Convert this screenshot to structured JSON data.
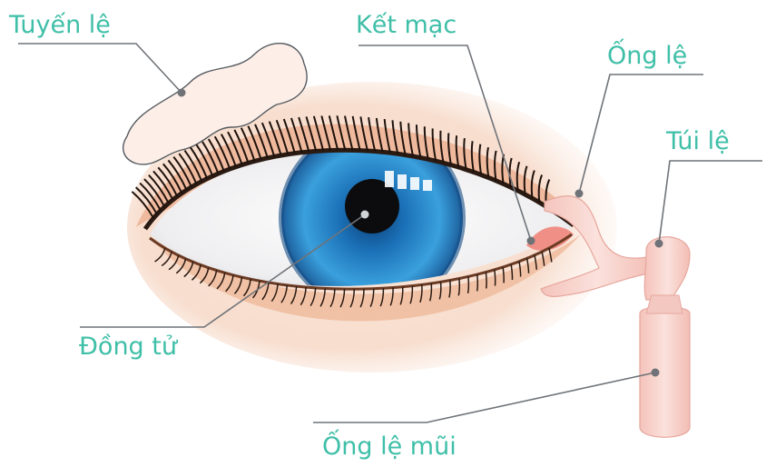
{
  "labels": {
    "lacrimal_gland": "Tuyến lệ",
    "conjunctiva": "Kết mạc",
    "lacrimal_canal": "Ống lệ",
    "lacrimal_sac": "Túi lệ",
    "pupil": "Đồng tử",
    "nasolacrimal_duct": "Ống lệ mũi"
  },
  "colors": {
    "label_text": "#3fbfa8",
    "leader_line": "#6f7378",
    "skin": "#f3c7ac",
    "tear_duct": "#f6cfc8",
    "iris": "#2f8fd0",
    "pupil": "#111111"
  }
}
